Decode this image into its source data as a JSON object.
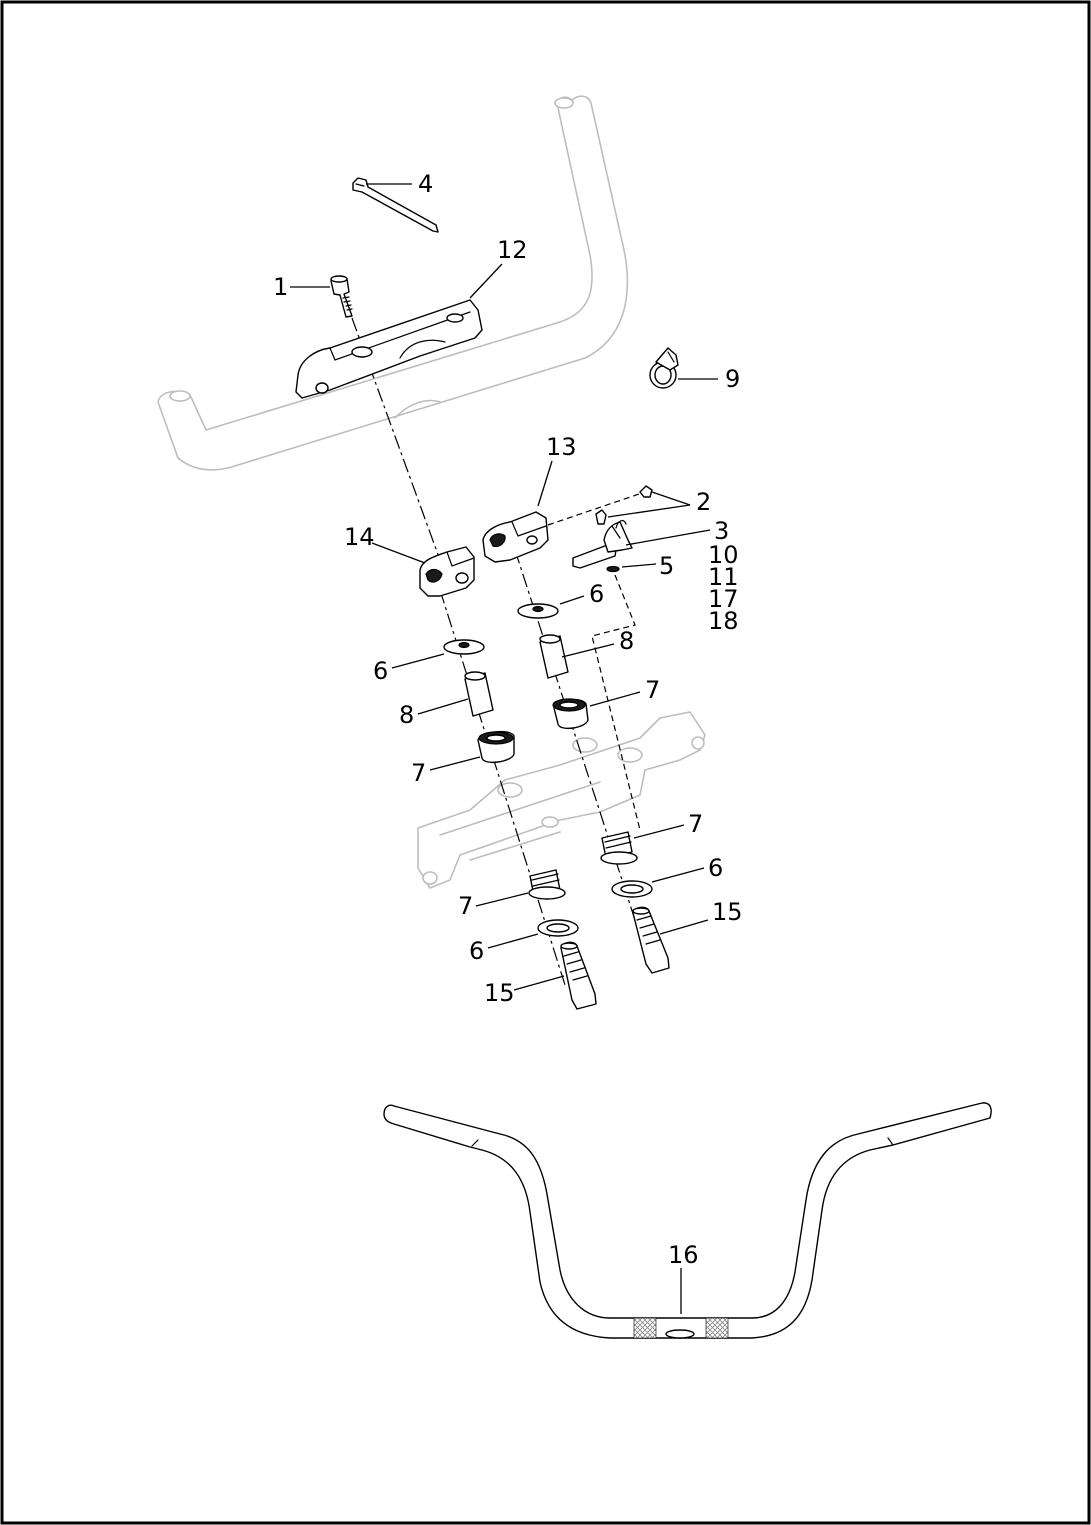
{
  "callouts": {
    "c1": "1",
    "c2": "2",
    "c3": "3",
    "c4": "4",
    "c5": "5",
    "c6a": "6",
    "c6b": "6",
    "c6c": "6",
    "c6d": "6",
    "c7a": "7",
    "c7b": "7",
    "c7c": "7",
    "c7d": "7",
    "c8a": "8",
    "c8b": "8",
    "c9": "9",
    "c10": "10",
    "c11": "11",
    "c12": "12",
    "c13": "13",
    "c14": "14",
    "c15a": "15",
    "c15b": "15",
    "c16": "16",
    "c17": "17",
    "c18": "18"
  }
}
